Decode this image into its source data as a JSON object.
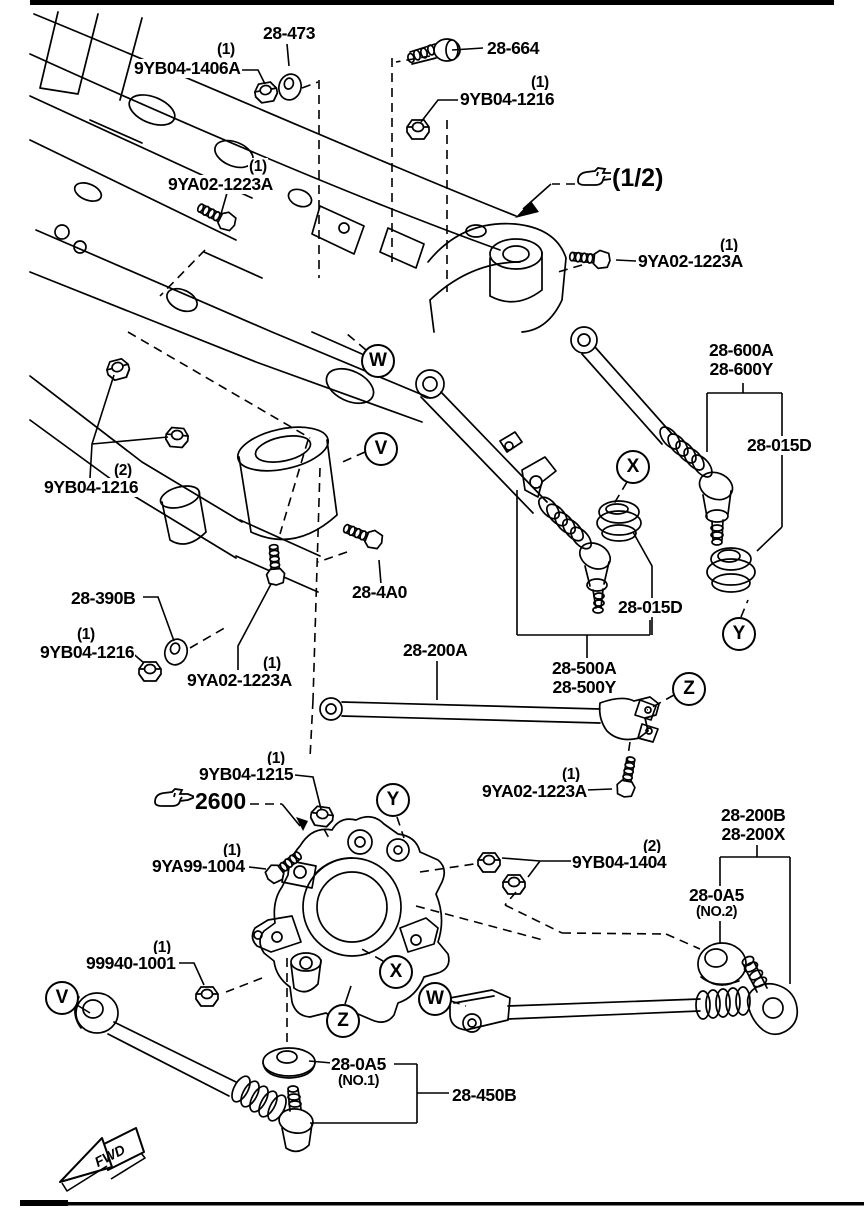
{
  "colors": {
    "ink": "#000000",
    "paper": "#ffffff"
  },
  "parts": {
    "p473": "28-473",
    "n1406a": {
      "qty": "(1)",
      "num": "9YB04-1406A"
    },
    "p664": "28-664",
    "n1216_top": {
      "qty": "(1)",
      "num": "9YB04-1216"
    },
    "n1223a_topleft": {
      "qty": "(1)",
      "num": "9YA02-1223A"
    },
    "ref_half": "(1/2)",
    "n1223a_right": {
      "qty": "(1)",
      "num": "9YA02-1223A"
    },
    "p600": {
      "a": "28-600A",
      "b": "28-600Y"
    },
    "p015d_right": "28-015D",
    "n1216_x2": {
      "qty": "(2)",
      "num": "9YB04-1216"
    },
    "p390b": "28-390B",
    "n1216_left": {
      "qty": "(1)",
      "num": "9YB04-1216"
    },
    "p4a0": "28-4A0",
    "n1223a_mid": {
      "qty": "(1)",
      "num": "9YA02-1223A"
    },
    "p015d_left": "28-015D",
    "p200a": "28-200A",
    "p500": {
      "a": "28-500A",
      "b": "28-500Y"
    },
    "n1223a_lower": {
      "qty": "(1)",
      "num": "9YA02-1223A"
    },
    "p200b": {
      "a": "28-200B",
      "b": "28-200X"
    },
    "n1215": {
      "qty": "(1)",
      "num": "9YB04-1215"
    },
    "ref_2600": "2600",
    "n1004": {
      "qty": "(1)",
      "num": "9YA99-1004"
    },
    "n1404": {
      "qty": "(2)",
      "num": "9YB04-1404"
    },
    "p0a5_no2": {
      "num": "28-0A5",
      "sub": "(NO.2)"
    },
    "n99940": {
      "qty": "(1)",
      "num": "99940-1001"
    },
    "p0a5_no1": {
      "num": "28-0A5",
      "sub": "(NO.1)"
    },
    "p450b": "28-450B"
  },
  "callouts": {
    "v": "V",
    "w": "W",
    "x": "X",
    "y": "Y",
    "z": "Z"
  },
  "fwd": "FWD"
}
